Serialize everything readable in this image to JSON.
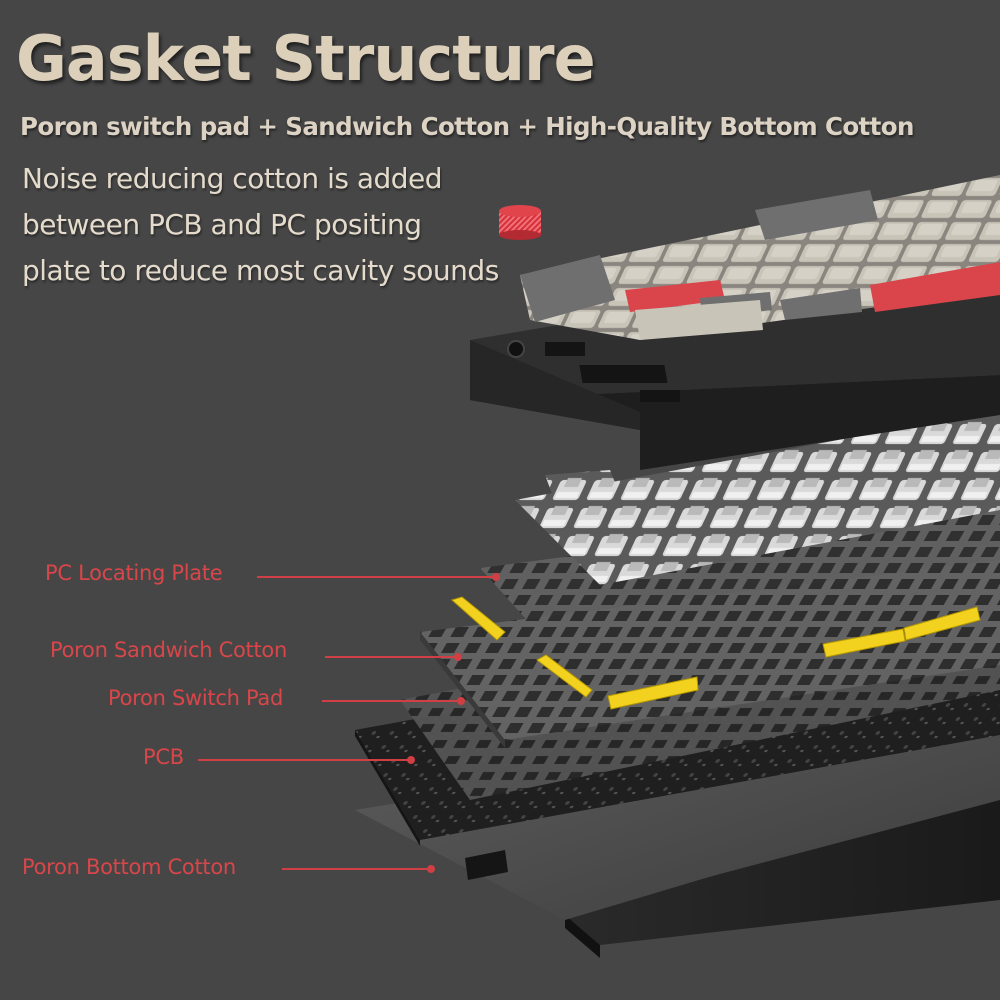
{
  "header": {
    "title": "Gasket Structure",
    "subtitle": "Poron switch pad + Sandwich Cotton + High-Quality Bottom Cotton"
  },
  "description": {
    "lines": [
      "Noise reducing cotton is added",
      "between PCB and PC positing",
      "plate to reduce most cavity sounds"
    ]
  },
  "callouts": [
    {
      "label": "PC Locating Plate"
    },
    {
      "label": "Poron Sandwich Cotton"
    },
    {
      "label": "Poron Switch Pad"
    },
    {
      "label": "PCB"
    },
    {
      "label": "Poron Bottom Cotton"
    }
  ],
  "colors": {
    "background": "#464646",
    "title": "#ddd0bb",
    "callout": "#d8464a",
    "gasket_yellow": "#f2d21f",
    "accent_red": "#d9454a",
    "keycap_beige": "#c9c4b8",
    "keycap_gray": "#6f6f6f"
  },
  "illustration": {
    "subject": "exploded-view mechanical keyboard",
    "layers_top_to_bottom": [
      "keycaps",
      "top case",
      "switches",
      "PC locating plate",
      "gasket strips",
      "poron sandwich cotton",
      "poron switch pad",
      "PCB",
      "poron bottom cotton",
      "bottom case"
    ]
  }
}
